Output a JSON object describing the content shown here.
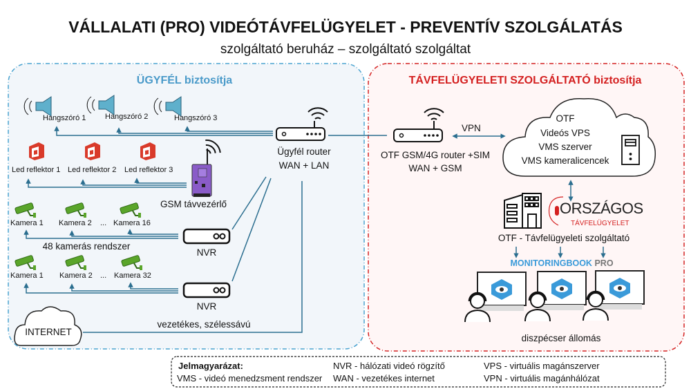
{
  "header": {
    "title": "VÁLLALATI (PRO) VIDEÓTÁVFELÜGYELET - PREVENTÍV SZOLGÁLATÁS",
    "subtitle": "szolgáltató beruház – szolgáltató szolgáltat"
  },
  "client": {
    "heading": "ÜGYFÉL biztosítja",
    "speakers": [
      "Hangszóró 1",
      "Hangszóró 2",
      "Hangszóró 3"
    ],
    "leds": [
      "Led reflektor 1",
      "Led reflektor 2",
      "Led reflektor 3"
    ],
    "gsm_label": "GSM távvezérlő",
    "router_label_1": "Ügyfél router",
    "router_label_2": "WAN + LAN",
    "cameras_row1": [
      "Kamera 1",
      "Kamera 2",
      "...",
      "Kamera 16"
    ],
    "cameras_row2": [
      "Kamera 1",
      "Kamera 2",
      "...",
      "Kamera 32"
    ],
    "system_label": "48 kamerás rendszer",
    "nvr_label": "NVR",
    "internet_label": "INTERNET",
    "internet_link_label": "vezetékes, szélessávú"
  },
  "provider": {
    "heading": "TÁVFELÜGYELETI SZOLGÁLTATÓ biztosítja",
    "router_label_1": "OTF GSM/4G router +SIM",
    "router_label_2": "WAN + GSM",
    "vpn_label": "VPN",
    "cloud_lines": [
      "OTF",
      "Videós VPS",
      "VMS szerver",
      "VMS kameralicencek"
    ],
    "logo_main": "ORSZÁGOS",
    "logo_sub": "TÁVFELÜGYELET",
    "provider_label": "OTF - Távfelügyeleti szolgáltató",
    "software_name": "MONITORINGBOOK",
    "software_suffix": "PRO",
    "stations_label": "diszpécser állomás"
  },
  "legend": {
    "title": "Jelmagyarázat:",
    "items": [
      "NVR - hálózati videó rögzítő",
      "VPS - virtuális magánszerver",
      "VMS - videó menedzsment rendszer",
      "WAN -  vezetékes internet",
      "VPN -  virtuális magánhálózat"
    ]
  },
  "colors": {
    "client_border": "#4aa3d0",
    "client_heading": "#4a9ac9",
    "provider_border": "#d42020",
    "line": "#2b6e8f",
    "speaker": "#5fb0cc",
    "camera": "#5aa52a",
    "led": "#d93a2a",
    "gsm": "#8a5cc8",
    "brand_blue": "#3a9ad9"
  }
}
